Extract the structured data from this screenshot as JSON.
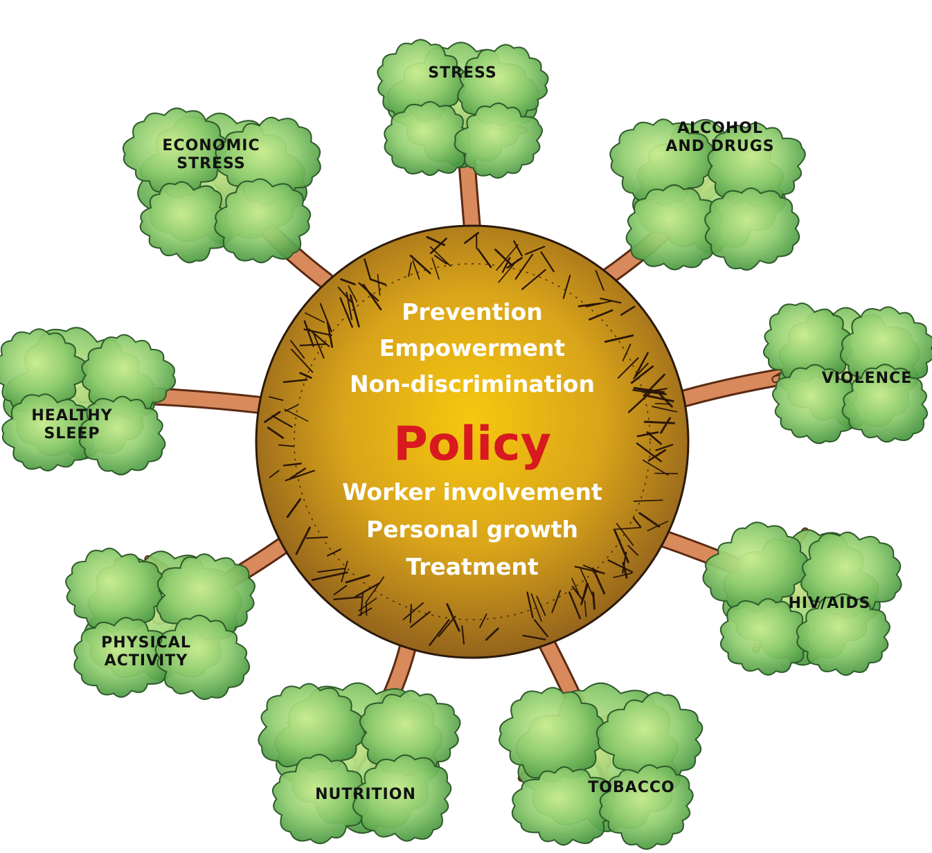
{
  "center": {
    "values_top": [
      "Prevention",
      "Empowerment",
      "Non-discrimination"
    ],
    "policy": "Policy",
    "values_bottom": [
      "Worker involvement",
      "Personal growth",
      "Treatment"
    ],
    "policy_color": "#d8191f",
    "values_color": "#ffffff"
  },
  "trees": [
    {
      "id": "stress",
      "lines": [
        "STRESS"
      ]
    },
    {
      "id": "alcohol-and-drugs",
      "lines": [
        "ALCOHOL",
        "AND DRUGS"
      ]
    },
    {
      "id": "violence",
      "lines": [
        "VIOLENCE"
      ]
    },
    {
      "id": "hiv-aids",
      "lines": [
        "HIV/AIDS"
      ]
    },
    {
      "id": "tobacco",
      "lines": [
        "TOBACCO"
      ]
    },
    {
      "id": "nutrition",
      "lines": [
        "NUTRITION"
      ]
    },
    {
      "id": "physical-activity",
      "lines": [
        "PHYSICAL",
        "ACTIVITY"
      ]
    },
    {
      "id": "healthy-sleep",
      "lines": [
        "HEALTHY",
        "SLEEP"
      ]
    },
    {
      "id": "economic-stress",
      "lines": [
        "ECONOMIC",
        "STRESS"
      ]
    }
  ],
  "colors": {
    "foliage": "#8fcc6f",
    "foliage_light": "#c6ea8c",
    "foliage_dark": "#3f8a3a",
    "trunk": "#d98a5c",
    "trunk_outline": "#5a2a12",
    "globe_center": "#f4c20d",
    "globe_edge": "#9c6a1e"
  }
}
